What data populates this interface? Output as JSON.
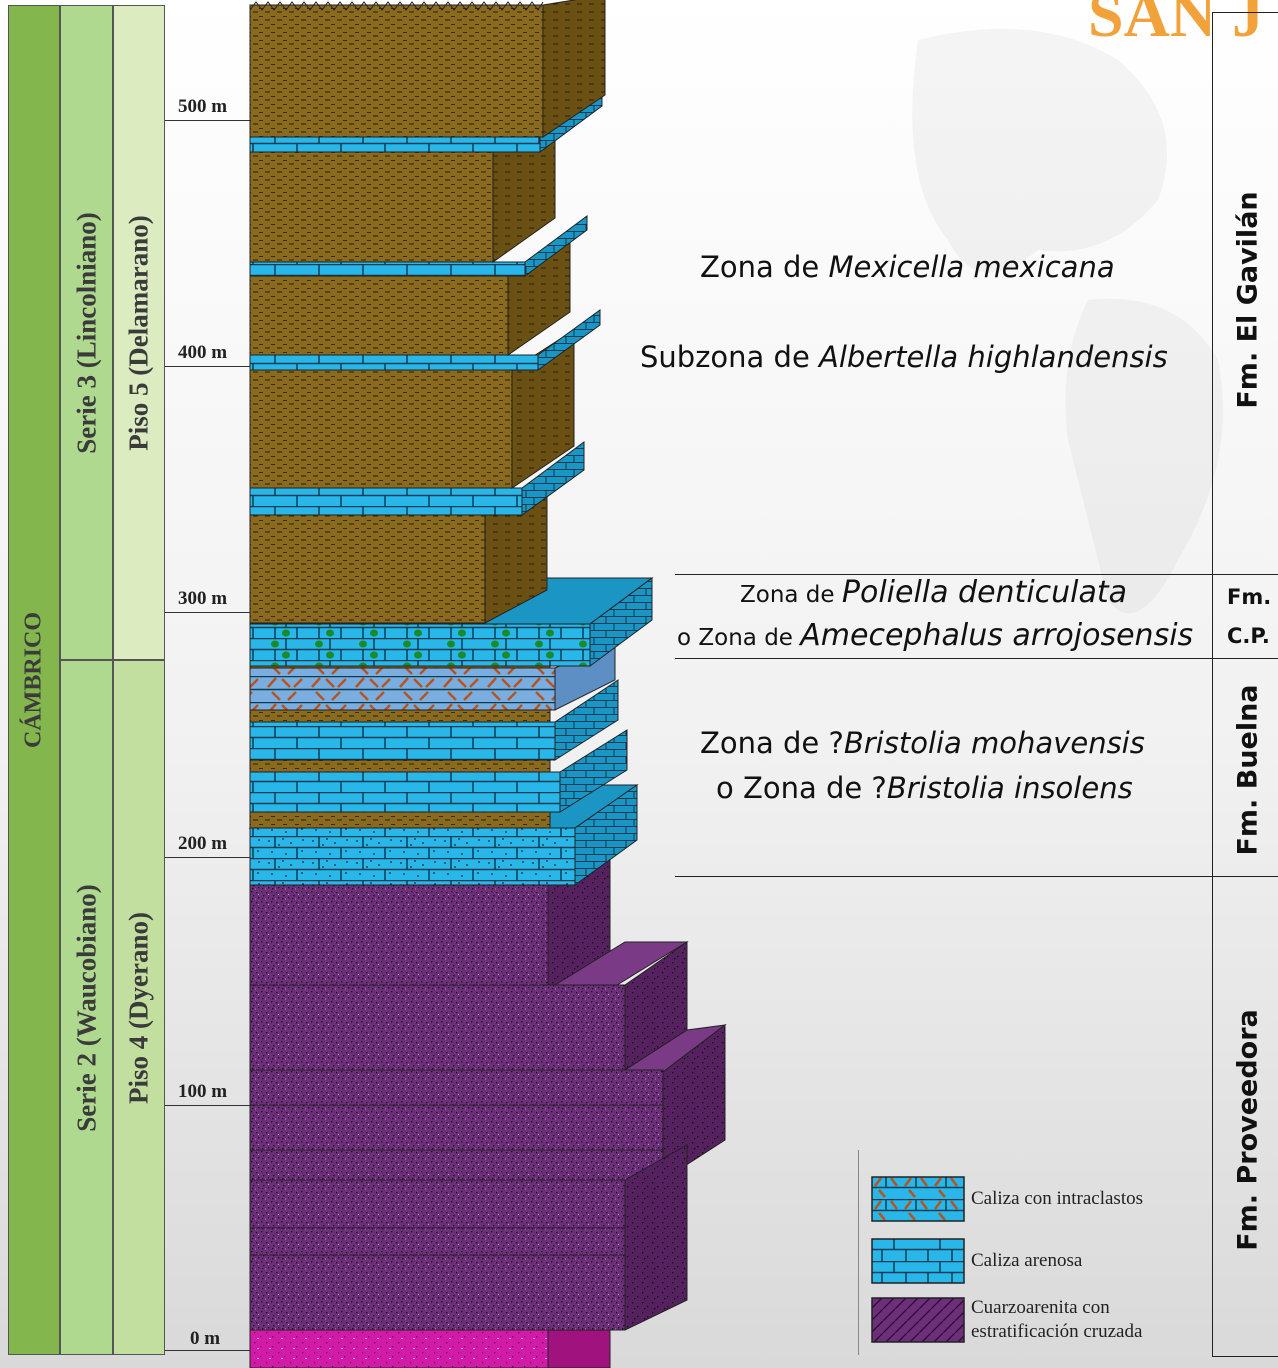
{
  "corner_title": "SAN J",
  "columns": {
    "system": "CÁMBRICO",
    "series_upper": "Serie 3 (Lincolniano)",
    "series_lower": "Serie 2 (Waucobiano)",
    "stage_upper": "Piso 5 (Delamarano)",
    "stage_lower": "Piso 4 (Dyerano)"
  },
  "scale": {
    "ticks": [
      "0 m",
      "100 m",
      "200 m",
      "300 m",
      "400 m",
      "500 m"
    ]
  },
  "zones": {
    "gavilan_1_prefix": "Zona de ",
    "gavilan_1_taxon": "Mexicella mexicana",
    "gavilan_2_prefix": "Subzona de ",
    "gavilan_2_taxon": "Albertella highlandensis",
    "cp_1_prefix": "Zona de ",
    "cp_1_taxon": "Poliella denticulata",
    "cp_2_prefix": "o Zona de ",
    "cp_2_taxon": "Amecephalus arrojosensis",
    "buelna_1_prefix": "Zona de ?",
    "buelna_1_taxon": "Bristolia mohavensis",
    "buelna_2_prefix": "o Zona de ?",
    "buelna_2_taxon": "Bristolia insolens"
  },
  "formations": {
    "gavilan": "Fm. El Gavilán",
    "cp_line1": "Fm.",
    "cp_line2": "C.P.",
    "buelna": "Fm. Buelna",
    "proveedora": "Fm. Proveedora"
  },
  "legend": {
    "items": [
      {
        "label": "Caliza con intraclastos"
      },
      {
        "label": "Caliza arenosa"
      },
      {
        "label_line1": "Cuarzoarenita con",
        "label_line2": "estratificación cruzada"
      }
    ]
  },
  "colors": {
    "sandstone_purple": "#6e2f7a",
    "limestone_blue": "#29b6e8",
    "shale_brown": "#8a6a1e",
    "intraclast_blue": "#7aaee0",
    "basal_magenta": "#d21aa8",
    "column_green_dark": "#82b54b",
    "column_green_mid": "#a9d88a",
    "column_green_light": "#dcecc0"
  }
}
